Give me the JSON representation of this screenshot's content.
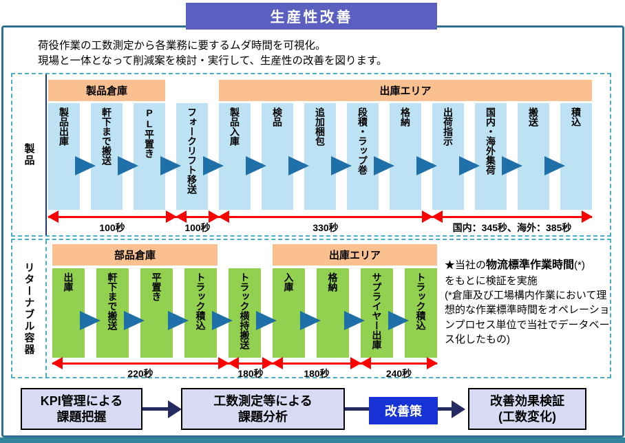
{
  "title": "生産性改善",
  "intro": {
    "line1": "荷役作業の工数測定から各業務に要するムダ時間を可視化。",
    "line2": "現場と一体となって削減案を検討・実行して、生産性の改善を図ります。"
  },
  "colors": {
    "title_bg": "#5B5FC0",
    "area_header_bg": "#FAC090",
    "product_step_bg": "#BDE2F3",
    "container_step_bg": "#92D050",
    "flow_triangle": "#1F6FA8",
    "measure_arrow": "#FF0000",
    "dashed_border": "#4BACC6",
    "frame_border": "#2F7092",
    "bottom_bar": "#31849B",
    "flow_box_bg": "#D9DBF5",
    "flow_arrow": "#252B61",
    "kaizen_bg": "#1733D6"
  },
  "sections": [
    {
      "row_label": "製品",
      "areas": [
        "製品倉庫",
        "出庫エリア"
      ],
      "steps": [
        "製品出庫",
        "軒下まで搬送",
        "PL平置き",
        "フォークリフト移送",
        "製品入庫",
        "検品",
        "追加梱包",
        "段積・ラップ巻",
        "格納",
        "出荷指示",
        "国内・海外集荷",
        "搬送",
        "積込"
      ],
      "measurements": [
        "100秒",
        "100秒",
        "330秒",
        "国内：345秒、海外：385秒"
      ]
    },
    {
      "row_label": "リターナブル容器",
      "areas": [
        "部品倉庫",
        "出庫エリア"
      ],
      "steps": [
        "出庫",
        "軒下まで搬送",
        "平置き",
        "トラック積込",
        "トラック横持搬送",
        "入庫",
        "格納",
        "サプライヤー出庫",
        "トラック積込"
      ],
      "measurements": [
        "220秒",
        "180秒",
        "180秒",
        "240秒"
      ]
    }
  ],
  "note": {
    "prefix": "★当社の",
    "bold": "物流標準作業時間",
    "star": "(*)",
    "line2": "をもとに検証を実施",
    "body": "(*倉庫及び工場構内作業において理想的な作業標準時間をオペレーションプロセス単位で当社でデータベース化したもの)"
  },
  "flow": {
    "box1_line1": "KPI管理による",
    "box1_line2": "課題把握",
    "box2_line1": "工数測定等による",
    "box2_line2": "課題分析",
    "middle": "改善策",
    "box3_line1": "改善効果検証",
    "box3_line2": "(工数変化)"
  }
}
